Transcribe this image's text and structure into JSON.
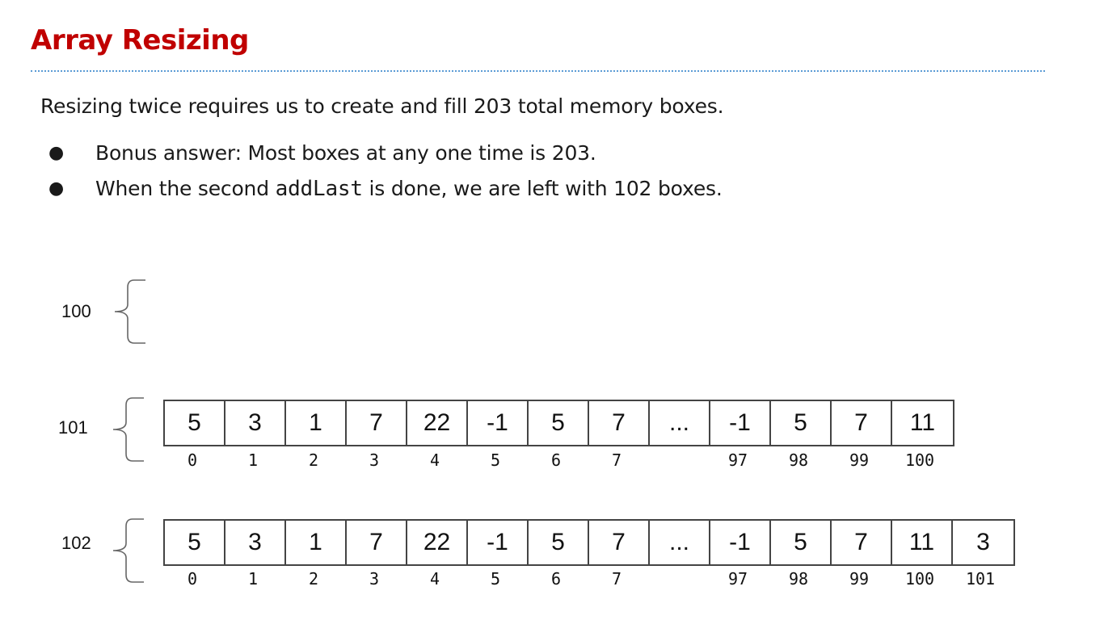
{
  "slide": {
    "title": "Array Resizing",
    "subtitle": "Resizing twice requires us to create and fill 203 total memory boxes.",
    "bullets": [
      {
        "text": "Bonus answer: Most boxes at any one time is 203."
      },
      {
        "before": "When the second ",
        "code": "addLast",
        "after": " is done, we are left with 102 boxes."
      }
    ],
    "bullet_glyph": "●"
  },
  "arrays": [
    {
      "size_label": "100",
      "cells": [],
      "indices": []
    },
    {
      "size_label": "101",
      "cells": [
        "5",
        "3",
        "1",
        "7",
        "22",
        "-1",
        "5",
        "7",
        "...",
        "-1",
        "5",
        "7",
        "11"
      ],
      "indices": [
        "0",
        "1",
        "2",
        "3",
        "4",
        "5",
        "6",
        "7",
        "",
        "97",
        "98",
        "99",
        "100"
      ]
    },
    {
      "size_label": "102",
      "cells": [
        "5",
        "3",
        "1",
        "7",
        "22",
        "-1",
        "5",
        "7",
        "...",
        "-1",
        "5",
        "7",
        "11",
        "3"
      ],
      "indices": [
        "0",
        "1",
        "2",
        "3",
        "4",
        "5",
        "6",
        "7",
        "",
        "97",
        "98",
        "99",
        "100",
        "101"
      ]
    }
  ]
}
